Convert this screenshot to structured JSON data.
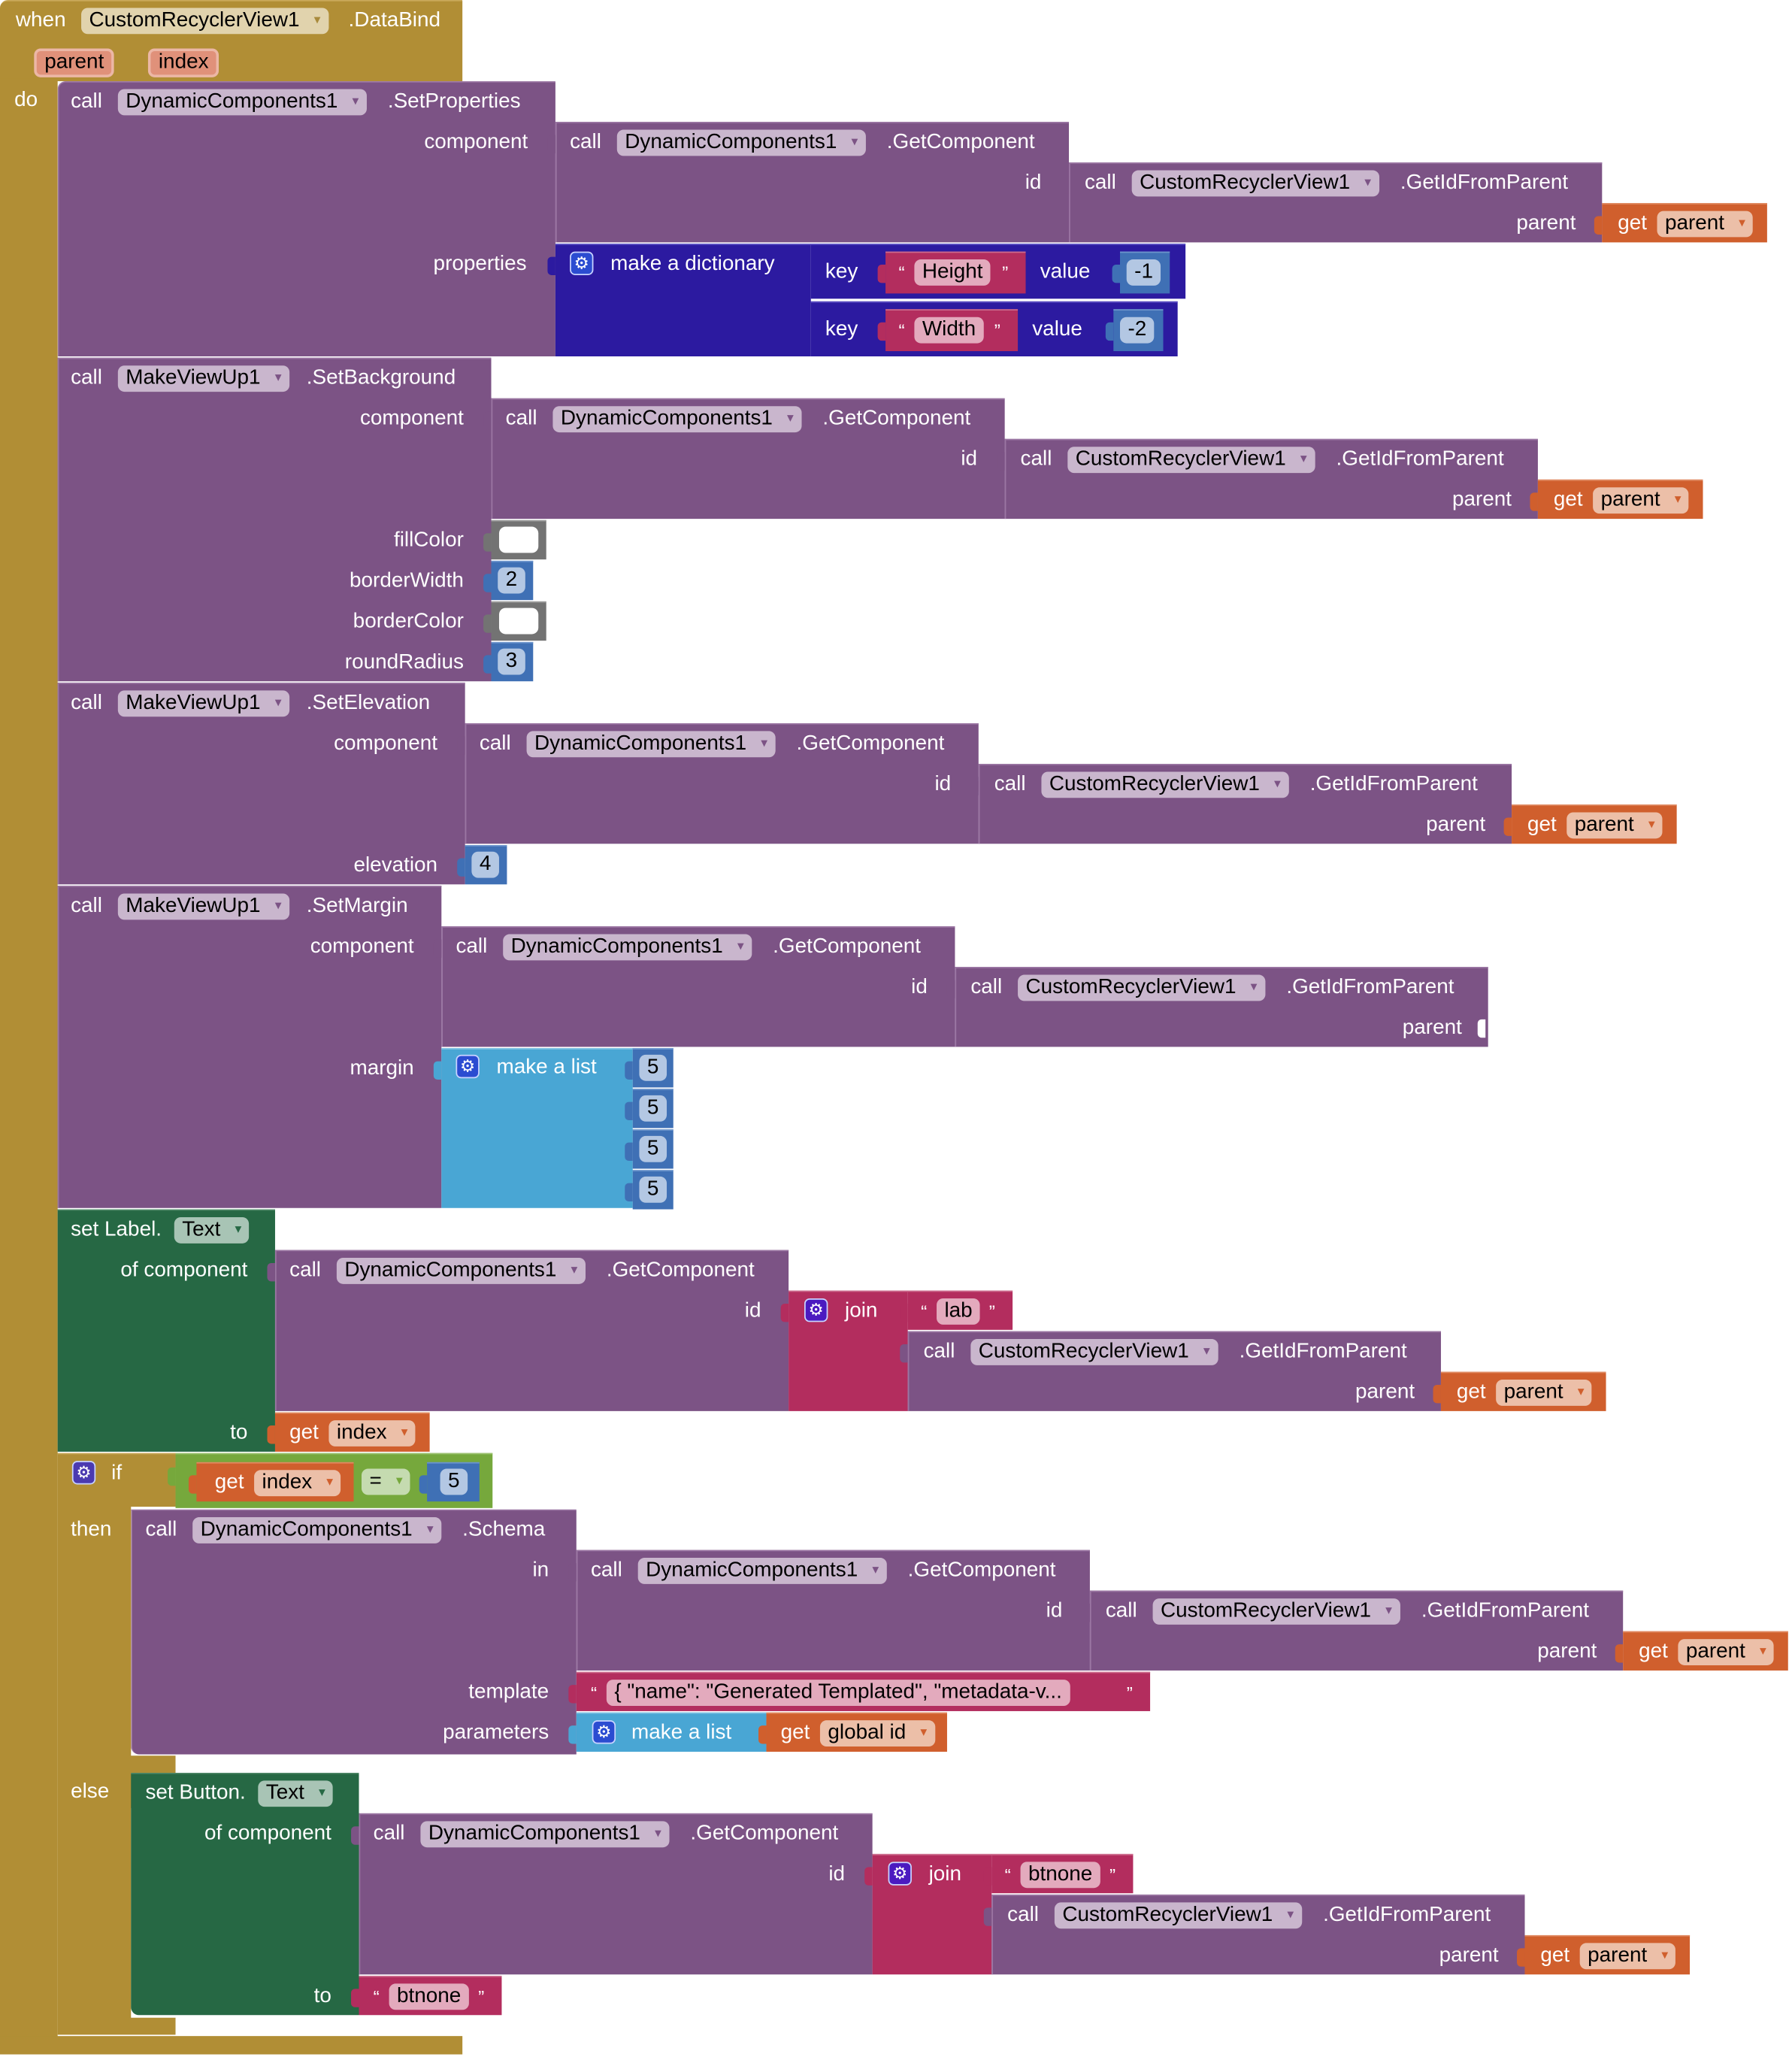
{
  "event": {
    "when_label": "when",
    "component": "CustomRecyclerView1",
    "event_name": ".DataBind",
    "params": [
      "parent",
      "index"
    ],
    "do_label": "do"
  },
  "common": {
    "call": "call",
    "get": "get",
    "dc": "DynamicComponents1",
    "crv": "CustomRecyclerView1",
    "mvu": "MakeViewUp1",
    "get_component": ".GetComponent",
    "get_id_from_parent": ".GetIdFromParent",
    "component_label": "component",
    "id_label": "id",
    "parent_label": "parent",
    "parent_var": "parent",
    "index_var": "index",
    "open_quote": "“",
    "close_quote": "”",
    "dropdown_arrow": "▾",
    "gear_glyph": "⚙"
  },
  "set_properties": {
    "method": ".SetProperties",
    "properties_label": "properties",
    "dictionary_label": "make a dictionary",
    "key_label": "key",
    "value_label": "value",
    "pairs": [
      {
        "key": "Height",
        "value": "-1"
      },
      {
        "key": "Width",
        "value": "-2"
      }
    ]
  },
  "set_background": {
    "method": ".SetBackground",
    "fill_color_label": "fillColor",
    "border_width_label": "borderWidth",
    "border_color_label": "borderColor",
    "round_radius_label": "roundRadius",
    "fill_color": "#ffffff",
    "border_width": "2",
    "border_color": "#ffffff",
    "round_radius": "3"
  },
  "set_elevation": {
    "method": ".SetElevation",
    "elevation_label": "elevation",
    "elevation": "4"
  },
  "set_margin": {
    "method": ".SetMargin",
    "margin_label": "margin",
    "list_label": "make a list",
    "values": [
      "5",
      "5",
      "5",
      "5"
    ]
  },
  "set_label": {
    "prefix": "set Label.",
    "property": "Text",
    "of_component_label": "of component",
    "to_label": "to",
    "join_label": "join",
    "join_string": "lab"
  },
  "if_block": {
    "if_label": "if",
    "then_label": "then",
    "else_label": "else",
    "operator": "=",
    "compare_value": "5"
  },
  "schema": {
    "method": ".Schema",
    "in_label": "in",
    "template_label": "template",
    "parameters_label": "parameters",
    "template_value": "{   \"name\": \"Generated Templated\",   \"metadata-v...",
    "list_label": "make a list",
    "global_var": "global id"
  },
  "set_button": {
    "prefix": "set Button.",
    "property": "Text",
    "of_component_label": "of component",
    "to_label": "to",
    "join_label": "join",
    "join_string": "btnone",
    "to_value": "btnone"
  },
  "colors": {
    "event": "#b18e35",
    "procedure": "#7c5385",
    "variable": "#d05f2d",
    "dictionary": "#2c1aa0",
    "text": "#b32d5e",
    "math": "#3f70b5",
    "color": "#737373",
    "list": "#49a6d4",
    "setter": "#266844",
    "logic": "#76a83c"
  }
}
